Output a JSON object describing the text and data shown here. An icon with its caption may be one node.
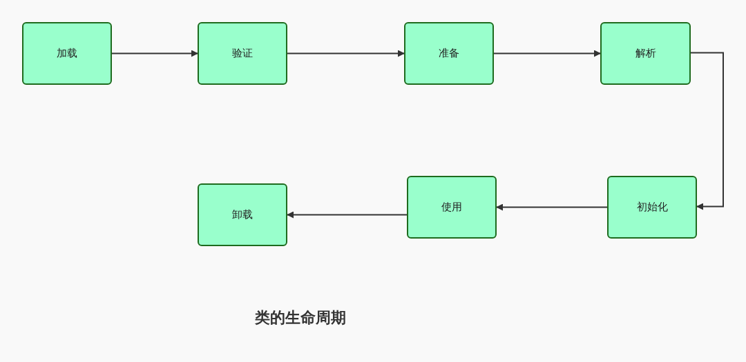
{
  "diagram": {
    "caption": "类的生命周期",
    "nodes": [
      {
        "text": [
          "加载"
        ]
      },
      {
        "text": [
          "验证"
        ]
      },
      {
        "text": [
          "准备"
        ]
      },
      {
        "text": [
          "解析"
        ]
      },
      {
        "text": [
          "初始化"
        ]
      },
      {
        "text": [
          "使用"
        ]
      },
      {
        "text": [
          "卸载"
        ]
      }
    ],
    "edges": [
      {
        "from": 0,
        "to": 1,
        "arrow": "to"
      },
      {
        "from": 1,
        "to": 2,
        "arrow": "to"
      },
      {
        "from": 2,
        "to": 3,
        "arrow": "to"
      },
      {
        "from": 3,
        "to": 4,
        "arrow": "to"
      },
      {
        "from": 4,
        "to": 5,
        "arrow": "to"
      },
      {
        "from": 5,
        "to": 6,
        "arrow": "to"
      }
    ]
  }
}
